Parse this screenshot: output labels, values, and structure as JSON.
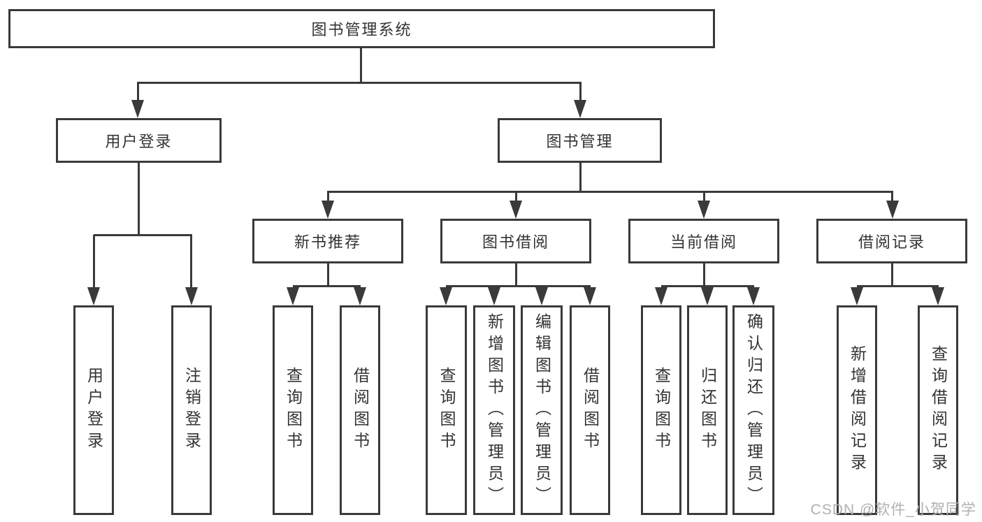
{
  "colors": {
    "line": "#3a3a3a",
    "text": "#333333",
    "watermark": "#b0b0b0",
    "background": "#ffffff"
  },
  "watermark": "CSDN @软件_小贺同学",
  "tree": {
    "root": {
      "label": "图书管理系统"
    },
    "branches": [
      {
        "label": "用户登录",
        "children": [
          {
            "label": "用户登录"
          },
          {
            "label": "注销登录"
          }
        ]
      },
      {
        "label": "图书管理",
        "children": [
          {
            "label": "新书推荐",
            "children": [
              {
                "label": "查询图书"
              },
              {
                "label": "借阅图书"
              }
            ]
          },
          {
            "label": "图书借阅",
            "children": [
              {
                "label": "查询图书"
              },
              {
                "label": "新增图书（管理员）"
              },
              {
                "label": "编辑图书（管理员）"
              },
              {
                "label": "借阅图书"
              }
            ]
          },
          {
            "label": "当前借阅",
            "children": [
              {
                "label": "查询图书"
              },
              {
                "label": "归还图书"
              },
              {
                "label": "确认归还（管理员）"
              }
            ]
          },
          {
            "label": "借阅记录",
            "children": [
              {
                "label": "新增借阅记录"
              },
              {
                "label": "查询借阅记录"
              }
            ]
          }
        ]
      }
    ]
  }
}
